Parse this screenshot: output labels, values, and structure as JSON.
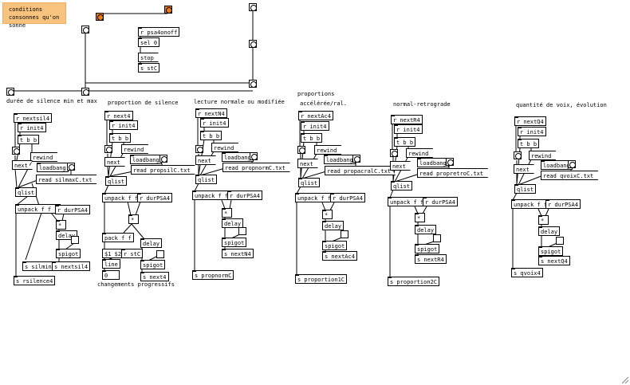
{
  "note": {
    "line1": "conditions",
    "line2": "consonnes qu'on sonne"
  },
  "top": {
    "r_psa4onoff": "r psa4onoff",
    "sel_0": "sel 0",
    "stop": "stop",
    "s_stC": "s stC"
  },
  "sections": {
    "s1": {
      "title": "durée de silence min et max",
      "r_next": "r nextsil4",
      "r_init": "r init4",
      "tbb": "t b b",
      "next": "next",
      "rewind": "rewind",
      "loadbang": "loadbang",
      "read": "read silmaxC.txt",
      "qlist": "qlist",
      "unpack": "unpack f f f",
      "r_dur": "r durPSA4",
      "mul": "*",
      "delay": "delay",
      "spigot": "spigot",
      "s_min": "s silminC",
      "s_next": "s nextsil4",
      "s_out": "s rsilence4"
    },
    "s2": {
      "title": "proportion de silence",
      "r_next": "r next4",
      "r_init": "r init4",
      "tbb": "t b b",
      "next": "next",
      "rewind": "rewind",
      "loadbang": "loadbang",
      "read": "read propsilC.txt",
      "qlist": "qlist",
      "unpack": "unpack f f",
      "r_dur": "r durPSA4",
      "mul": "*",
      "pack": "pack f f",
      "delay": "delay",
      "msg12": "$1 $2",
      "r_stC": "r stC",
      "line": "line",
      "zero": "0",
      "spigot": "spigot",
      "s_next": "s next4",
      "footer": "changements progressifs"
    },
    "s3": {
      "title": "lecture normale ou modifiée",
      "r_next": "r nextN4",
      "r_init": "r init4",
      "tbb": "t b b",
      "next": "next",
      "rewind": "rewind",
      "loadbang": "loadbang",
      "read": "read propnormC.txt",
      "qlist": "qlist",
      "unpack": "unpack f f",
      "r_dur": "r durPSA4",
      "mul": "*",
      "delay": "delay",
      "spigot": "spigot",
      "s_next": "s nextN4",
      "s_out": "s propnormC"
    },
    "s4": {
      "title1": "proportions",
      "title2": "accélérée/ral.",
      "r_next": "r nextAc4",
      "r_init": "r init4",
      "tbb": "t b b",
      "next": "next",
      "rewind": "rewind",
      "loadbang": "loadbang",
      "read": "read propacralC.txt",
      "qlist": "qlist",
      "unpack": "unpack f f",
      "r_dur": "r durPSA4",
      "mul": "*",
      "delay": "delay",
      "spigot": "spigot",
      "s_next": "s nextAc4",
      "s_out": "s proportion1C"
    },
    "s5": {
      "title": "normal-retrograde",
      "r_next": "r nextR4",
      "r_init": "r init4",
      "tbb": "t b b",
      "next": "next",
      "rewind": "rewind",
      "loadbang": "loadbang",
      "read": "read propretroC.txt",
      "qlist": "qlist",
      "unpack": "unpack f f",
      "r_dur": "r durPSA4",
      "mul": "*",
      "delay": "delay",
      "spigot": "spigot",
      "s_next": "s nextR4",
      "s_out": "s proportion2C"
    },
    "s6": {
      "title": "quantité de voix, évolution",
      "r_next": "r nextQ4",
      "r_init": "r init4",
      "tbb": "t b b",
      "next": "next",
      "rewind": "rewind",
      "loadbang": "loadbang",
      "read": "read qvoixC.txt",
      "qlist": "qlist",
      "unpack": "unpack f f",
      "r_dur": "r durPSA4",
      "mul": "*",
      "delay": "delay",
      "spigot": "spigot",
      "s_next": "s nextQ4",
      "s_out": "s qvoix4"
    }
  },
  "colors": {
    "accent": "#f07b14",
    "note_bg": "#f8c37e"
  }
}
